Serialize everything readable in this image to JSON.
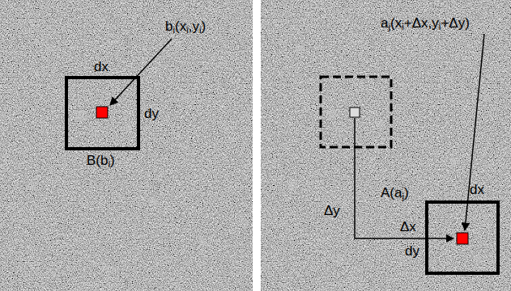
{
  "diagram": {
    "labels": [
      "bi(xi,yi)",
      "dx",
      "dy",
      "B(bi)",
      "aj(xi+Δx,yi+Δy)",
      "Δy",
      "A(aj)",
      "dx",
      "Δx",
      "dy"
    ]
  }
}
